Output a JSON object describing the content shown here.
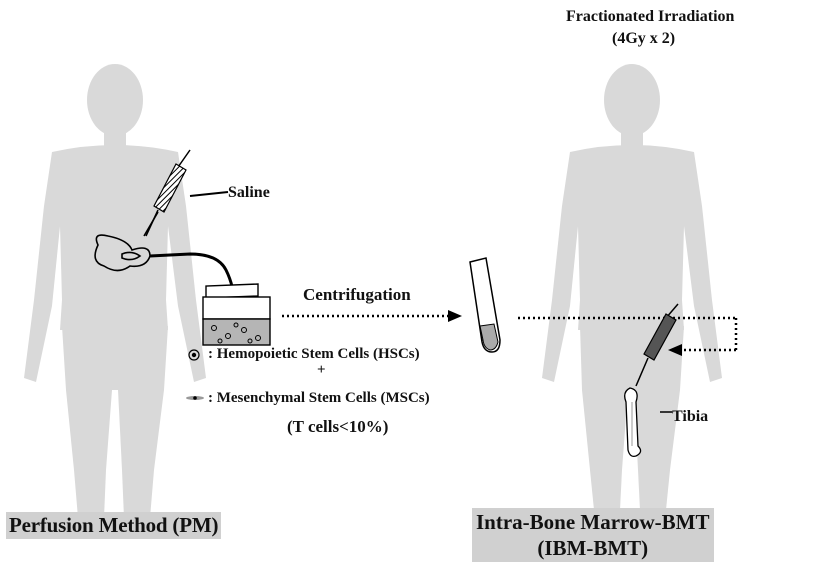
{
  "irradiation": {
    "line1": "Fractionated Irradiation",
    "line2": "(4Gy x 2)"
  },
  "labels": {
    "saline": "Saline",
    "centrifugation": "Centrifugation",
    "tibia": "Tibia"
  },
  "legend": {
    "hsc": ": Hemopoietic Stem Cells (HSCs)",
    "plus": "+",
    "msc": ": Mesenchymal Stem Cells (MSCs)",
    "tcells": "(T cells<10%)"
  },
  "titles": {
    "left": "Perfusion Method (PM)",
    "right_line1": "Intra-Bone Marrow-BMT",
    "right_line2": "(IBM-BMT)"
  }
}
